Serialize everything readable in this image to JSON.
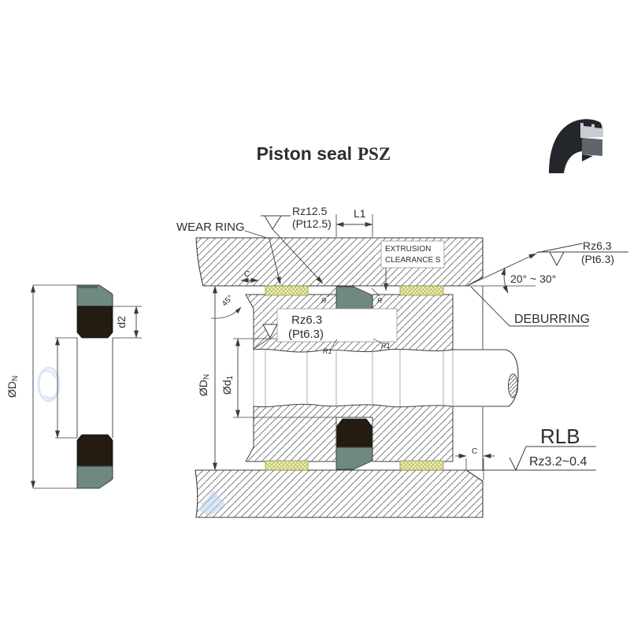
{
  "title": {
    "name": "Piston seal",
    "code": "PSZ"
  },
  "colors": {
    "seal_cap": "#6f8880",
    "seal_cap_edge": "#51645c",
    "elastomer": "#241b11",
    "wear_ring": "#eef0b2",
    "wear_ring_hatch": "#a2a44e",
    "line": "#3c3c3c",
    "watermark": "#b9d3ef",
    "icon_dark": "#23262b",
    "icon_light": "#c9cdd2",
    "icon_mid": "#5d646c"
  },
  "left_view": {
    "dim_outer_main": "ØD",
    "dim_outer_sub": "N",
    "dim_d2": "d2"
  },
  "main_view": {
    "wear_ring_label": "WEAR RING",
    "groove_finish_line1": "Rz12.5",
    "groove_finish_line2": "(Pt12.5)",
    "l1": "L1",
    "extrusion_line1": "EXTRUSION",
    "extrusion_line2": "CLEARANCE S",
    "entry_finish_line1": "Rz6.3",
    "entry_finish_line2": "(Pt6.3)",
    "angle": "20° ~ 30°",
    "deburring": "DEBURRING",
    "groove_bottom_finish_line1": "Rz6.3",
    "groove_bottom_finish_line2": "(Pt6.3)",
    "rlb": "RLB",
    "rod_finish": "Rz3.2~0.4",
    "dim_outer_main": "ØD",
    "dim_outer_sub": "N",
    "dim_groove_main": "Ød",
    "dim_groove_sub": "1",
    "chamfer_angle": "45°",
    "chamfer_c": "C",
    "radius_r": "R",
    "radius_r1": "R1"
  }
}
